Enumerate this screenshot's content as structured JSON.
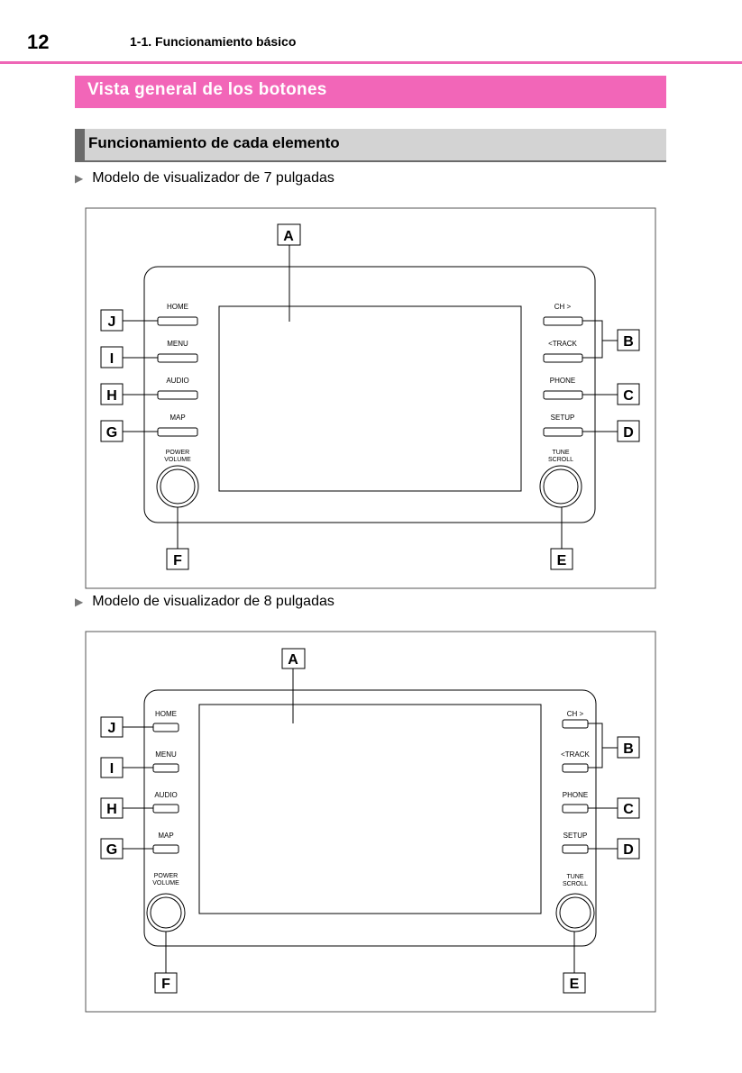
{
  "header": {
    "page_number": "12",
    "chapter": "1-1. Funcionamiento básico"
  },
  "section_title": "Vista general de los botones",
  "subsection_title": "Funcionamiento de cada elemento",
  "colors": {
    "accent": "#f266b8",
    "rule": "#ee66b6",
    "subsection_bg": "#d3d3d3"
  },
  "diagrams": [
    {
      "caption": "Modelo de visualizador de 7 pulgadas"
    },
    {
      "caption": "Modelo de visualizador de 8 pulgadas"
    }
  ],
  "callouts": {
    "A": "A",
    "B": "B",
    "C": "C",
    "D": "D",
    "E": "E",
    "F": "F",
    "G": "G",
    "H": "H",
    "I": "I",
    "J": "J"
  },
  "buttons": {
    "home": "HOME",
    "menu": "MENU",
    "audio": "AUDIO",
    "map": "MAP",
    "power": "POWER",
    "volume": "VOLUME",
    "ch": "CH >",
    "track": "<TRACK",
    "phone": "PHONE",
    "setup": "SETUP",
    "tune": "TUNE",
    "scroll": "SCROLL"
  }
}
